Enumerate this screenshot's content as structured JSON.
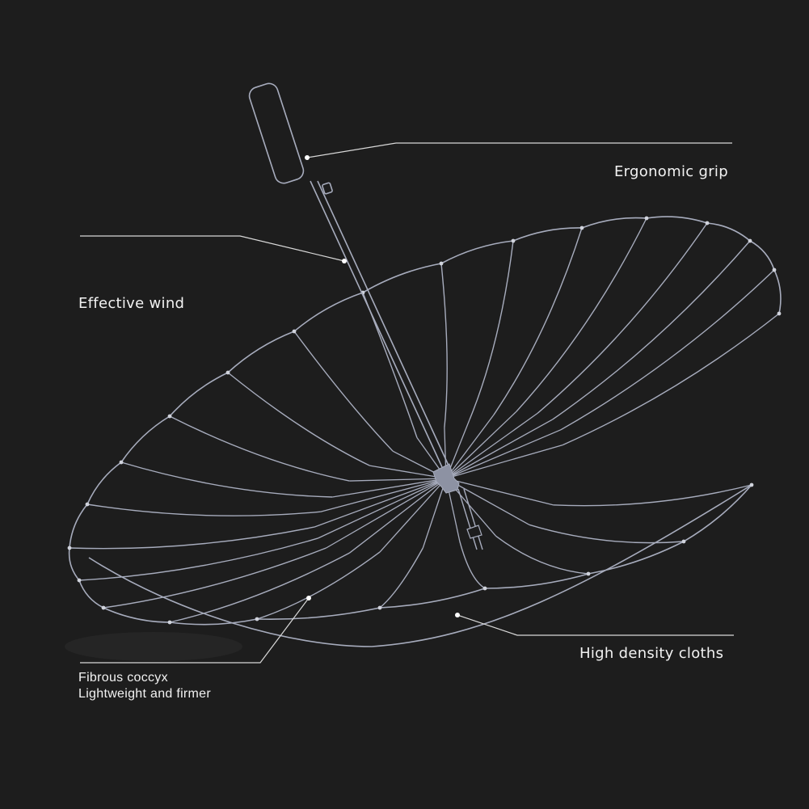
{
  "callouts": {
    "grip": "Ergonomic grip",
    "wind": "Effective wind",
    "cloth": "High density cloths",
    "rib_line1": "Fibrous coccyx",
    "rib_line2": "Lightweight and firmer"
  },
  "colors": {
    "background": "#1d1d1d",
    "frame": "#a7acbd",
    "text": "#f2f2f2"
  },
  "umbrella": {
    "rib_count": 24
  }
}
